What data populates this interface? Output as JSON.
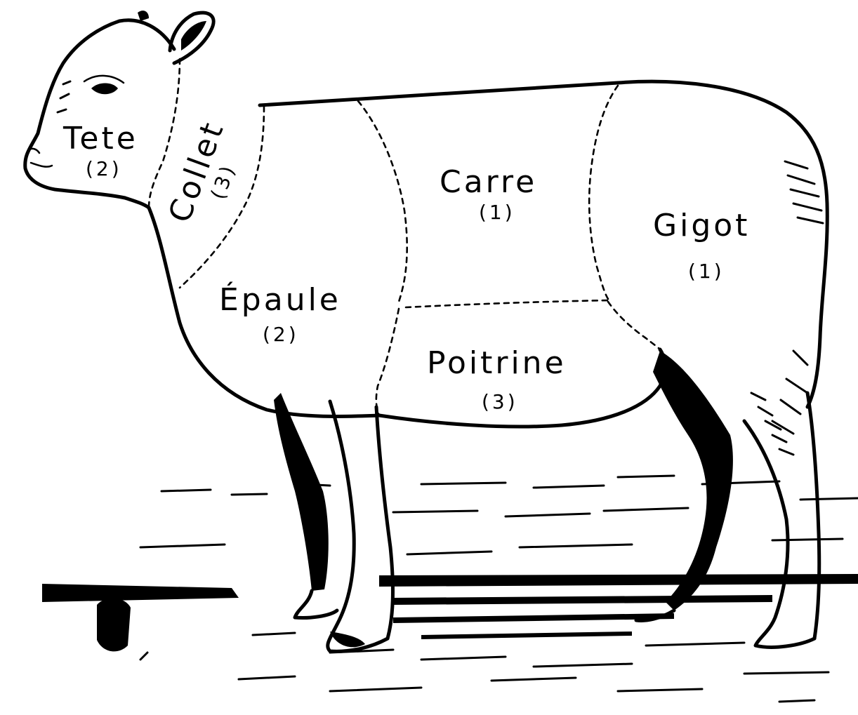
{
  "cuts": {
    "tete": {
      "name": "Tete",
      "grade": "(2)"
    },
    "collet": {
      "name": "Collet",
      "grade": "(3)"
    },
    "carre": {
      "name": "Carre",
      "grade": "(1)"
    },
    "gigot": {
      "name": "Gigot",
      "grade": "(1)"
    },
    "epaule": {
      "name": "Épaule",
      "grade": "(2)"
    },
    "poitrine": {
      "name": "Poitrine",
      "grade": "(3)"
    }
  }
}
